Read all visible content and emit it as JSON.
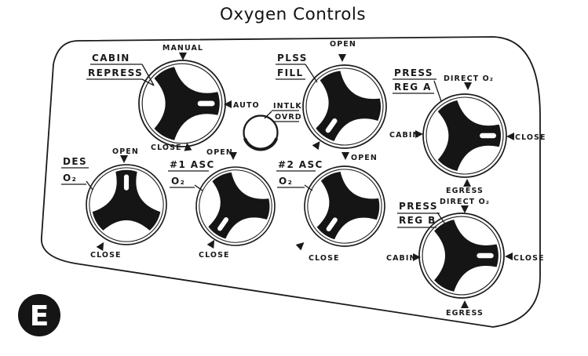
{
  "title": "Oxygen Controls",
  "figure_badge": "E",
  "colors": {
    "ink": "#1a1a1a",
    "paper": "#ffffff"
  },
  "controls": {
    "cabin_repress": {
      "name_line1": "CABIN",
      "name_line2": "REPRESS",
      "pos_top": "MANUAL",
      "pos_right": "AUTO",
      "pos_bottom": "CLOSE"
    },
    "plss_fill": {
      "name_line1": "PLSS",
      "name_line2": "FILL",
      "pos_top": "OPEN"
    },
    "intlk_ovrd": {
      "name_line1": "INTLK",
      "name_line2": "OVRD"
    },
    "press_reg_a": {
      "name_line1": "PRESS",
      "name_line2": "REG A",
      "pos_top": "DIRECT O₂",
      "pos_left": "CABIN",
      "pos_right": "CLOSE",
      "pos_bottom": "EGRESS"
    },
    "des_o2": {
      "name_line1": "DES",
      "name_line2": "O₂",
      "pos_top": "OPEN",
      "pos_bottom": "CLOSE"
    },
    "asc1_o2": {
      "name_line1": "#1 ASC",
      "name_line2": "O₂",
      "pos_top": "OPEN",
      "pos_bottom": "CLOSE"
    },
    "asc2_o2": {
      "name_line1": "#2 ASC",
      "name_line2": "O₂",
      "pos_top": "OPEN",
      "pos_bottom": "CLOSE"
    },
    "press_reg_b": {
      "name_line1": "PRESS",
      "name_line2": "REG B",
      "pos_top": "DIRECT O₂",
      "pos_left": "CABIN",
      "pos_right": "CLOSE",
      "pos_bottom": "EGRESS"
    }
  }
}
